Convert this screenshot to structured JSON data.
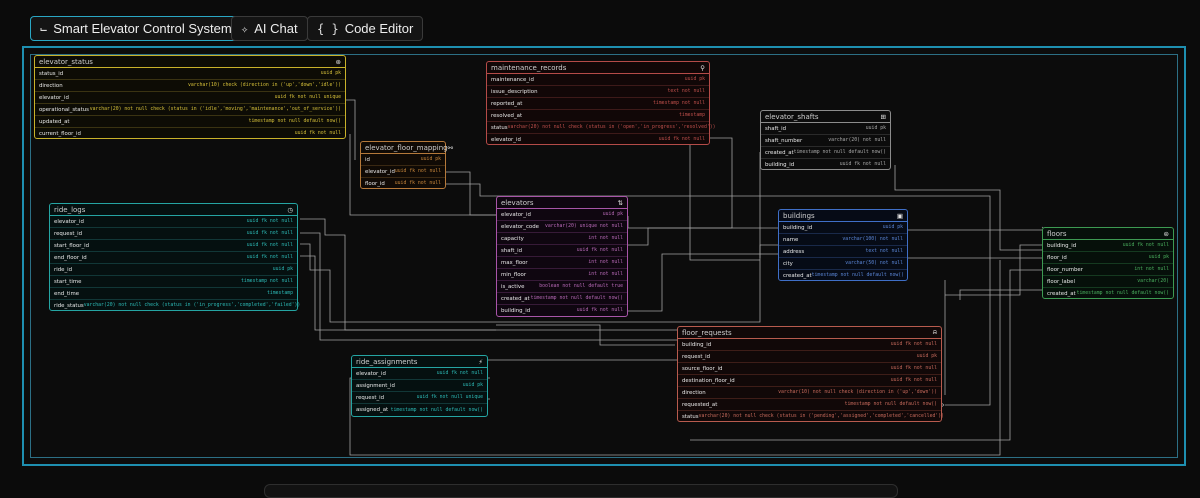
{
  "tabs": [
    {
      "label": "Smart Elevator Control System",
      "icon": "⌙"
    },
    {
      "label": "AI Chat",
      "icon": "✧"
    },
    {
      "label": "Code Editor",
      "icon": "{ }"
    }
  ],
  "tables": [
    {
      "title": "elevator_status",
      "icon": "⊛",
      "rows": [
        {
          "name": "status_id",
          "type": "uuid pk"
        },
        {
          "name": "direction",
          "type": "varchar(10) check (direction in ('up','down','idle'))"
        },
        {
          "name": "elevator_id",
          "type": "uuid fk not null unique"
        },
        {
          "name": "operational_status",
          "type": "varchar(20) not null check (status in ('idle','moving','maintenance','out_of_service'))"
        },
        {
          "name": "updated_at",
          "type": "timestamp not null default now()"
        },
        {
          "name": "current_floor_id",
          "type": "uuid fk not null"
        }
      ]
    },
    {
      "title": "maintenance_records",
      "icon": "⚲",
      "rows": [
        {
          "name": "maintenance_id",
          "type": "uuid pk"
        },
        {
          "name": "issue_description",
          "type": "text not null"
        },
        {
          "name": "reported_at",
          "type": "timestamp not null"
        },
        {
          "name": "resolved_at",
          "type": "timestamp"
        },
        {
          "name": "status",
          "type": "varchar(20) not null check (status in ('open','in_progress','resolved'))"
        },
        {
          "name": "elevator_id",
          "type": "uuid fk not null"
        }
      ]
    },
    {
      "title": "elevator_floor_mapping",
      "icon": "⚯",
      "rows": [
        {
          "name": "id",
          "type": "uuid pk"
        },
        {
          "name": "elevator_id",
          "type": "uuid fk not null"
        },
        {
          "name": "floor_id",
          "type": "uuid fk not null"
        }
      ]
    },
    {
      "title": "elevator_shafts",
      "icon": "⊞",
      "rows": [
        {
          "name": "shaft_id",
          "type": "uuid pk"
        },
        {
          "name": "shaft_number",
          "type": "varchar(20) not null"
        },
        {
          "name": "created_at",
          "type": "timestamp not null default now()"
        },
        {
          "name": "building_id",
          "type": "uuid fk not null"
        }
      ]
    },
    {
      "title": "ride_logs",
      "icon": "◷",
      "rows": [
        {
          "name": "elevator_id",
          "type": "uuid fk not null"
        },
        {
          "name": "request_id",
          "type": "uuid fk not null"
        },
        {
          "name": "start_floor_id",
          "type": "uuid fk not null"
        },
        {
          "name": "end_floor_id",
          "type": "uuid fk not null"
        },
        {
          "name": "ride_id",
          "type": "uuid pk"
        },
        {
          "name": "start_time",
          "type": "timestamp not null"
        },
        {
          "name": "end_time",
          "type": "timestamp"
        },
        {
          "name": "ride_status",
          "type": "varchar(20) not null check (status in ('in_progress','completed','failed'))"
        }
      ]
    },
    {
      "title": "elevators",
      "icon": "⇅",
      "rows": [
        {
          "name": "elevator_id",
          "type": "uuid pk"
        },
        {
          "name": "elevator_code",
          "type": "varchar(20) unique not null"
        },
        {
          "name": "capacity",
          "type": "int not null"
        },
        {
          "name": "shaft_id",
          "type": "uuid fk not null"
        },
        {
          "name": "max_floor",
          "type": "int not null"
        },
        {
          "name": "min_floor",
          "type": "int not null"
        },
        {
          "name": "is_active",
          "type": "boolean not null default true"
        },
        {
          "name": "created_at",
          "type": "timestamp not null default now()"
        },
        {
          "name": "building_id",
          "type": "uuid fk not null"
        }
      ]
    },
    {
      "title": "buildings",
      "icon": "▣",
      "rows": [
        {
          "name": "building_id",
          "type": "uuid pk"
        },
        {
          "name": "name",
          "type": "varchar(100) not null"
        },
        {
          "name": "address",
          "type": "text not null"
        },
        {
          "name": "city",
          "type": "varchar(50) not null"
        },
        {
          "name": "created_at",
          "type": "timestamp not null default now()"
        }
      ]
    },
    {
      "title": "floors",
      "icon": "⊜",
      "rows": [
        {
          "name": "building_id",
          "type": "uuid fk not null"
        },
        {
          "name": "floor_id",
          "type": "uuid pk"
        },
        {
          "name": "floor_number",
          "type": "int not null"
        },
        {
          "name": "floor_label",
          "type": "varchar(20)"
        },
        {
          "name": "created_at",
          "type": "timestamp not null default now()"
        }
      ]
    },
    {
      "title": "ride_assignments",
      "icon": "⚡",
      "rows": [
        {
          "name": "elevator_id",
          "type": "uuid fk not null"
        },
        {
          "name": "assignment_id",
          "type": "uuid pk"
        },
        {
          "name": "request_id",
          "type": "uuid fk not null unique"
        },
        {
          "name": "assigned_at",
          "type": "timestamp not null default now()"
        }
      ]
    },
    {
      "title": "floor_requests",
      "icon": "⍾",
      "rows": [
        {
          "name": "building_id",
          "type": "uuid fk not null"
        },
        {
          "name": "request_id",
          "type": "uuid pk"
        },
        {
          "name": "source_floor_id",
          "type": "uuid fk not null"
        },
        {
          "name": "destination_floor_id",
          "type": "uuid fk not null"
        },
        {
          "name": "direction",
          "type": "varchar(10) not null check (direction in ('up','down'))"
        },
        {
          "name": "requested_at",
          "type": "timestamp not null default now()"
        },
        {
          "name": "status",
          "type": "varchar(20) not null check (status in ('pending','assigned','completed','cancelled'))"
        }
      ]
    }
  ]
}
